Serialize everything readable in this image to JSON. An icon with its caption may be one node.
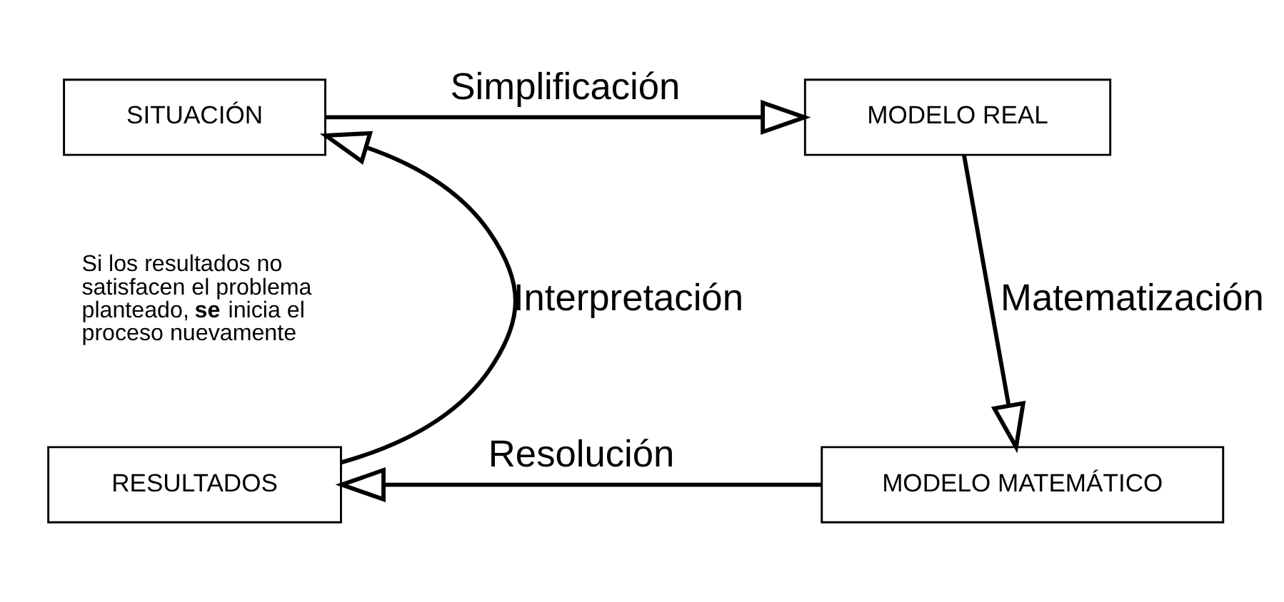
{
  "diagram": {
    "nodes": [
      {
        "text": [
          "SITUACIÓN"
        ]
      },
      {
        "text": [
          "MODELO REAL"
        ]
      },
      {
        "text": [
          "MODELO MATEMÁTICO"
        ]
      },
      {
        "text": [
          "RESULTADOS"
        ]
      }
    ],
    "edges": [
      {
        "from": 0,
        "to": 1,
        "arrow": "to",
        "label": "Simplificación"
      },
      {
        "from": 1,
        "to": 2,
        "arrow": "to",
        "label": "Matematización"
      },
      {
        "from": 2,
        "to": 3,
        "arrow": "to",
        "label": "Resolución"
      },
      {
        "from": 3,
        "to": 0,
        "arrow": "to",
        "label": "Interpretación"
      }
    ],
    "labels": [
      "Si los resultados no satisfacen el problema planteado, **se** inicia el proceso nuevamente"
    ]
  }
}
